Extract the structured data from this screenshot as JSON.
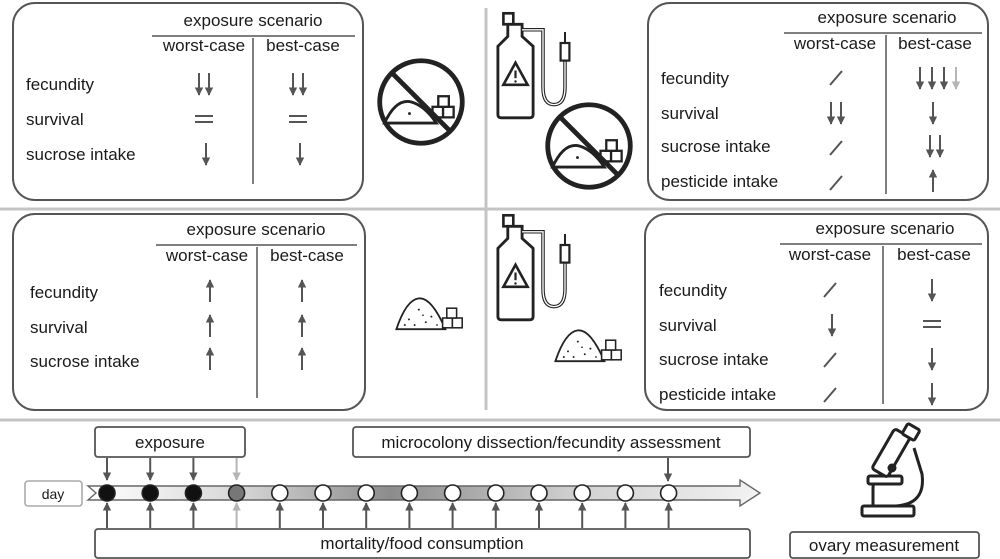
{
  "panels": [
    {
      "heading": "exposure scenario",
      "columns": [
        "worst-case",
        "best-case"
      ],
      "rows": [
        {
          "label": "fecundity",
          "worst": "down2",
          "best": "down2"
        },
        {
          "label": "survival",
          "worst": "equal",
          "best": "equal"
        },
        {
          "label": "sucrose intake",
          "worst": "down",
          "best": "down"
        }
      ]
    },
    {
      "heading": "exposure scenario",
      "columns": [
        "worst-case",
        "best-case"
      ],
      "rows": [
        {
          "label": "fecundity",
          "worst": "slash",
          "best": "down3plus"
        },
        {
          "label": "survival",
          "worst": "down2",
          "best": "down"
        },
        {
          "label": "sucrose intake",
          "worst": "slash",
          "best": "down2"
        },
        {
          "label": "pesticide intake",
          "worst": "slash",
          "best": "up"
        }
      ]
    },
    {
      "heading": "exposure scenario",
      "columns": [
        "worst-case",
        "best-case"
      ],
      "rows": [
        {
          "label": "fecundity",
          "worst": "up",
          "best": "up"
        },
        {
          "label": "survival",
          "worst": "up",
          "best": "up"
        },
        {
          "label": "sucrose intake",
          "worst": "up",
          "best": "up"
        }
      ]
    },
    {
      "heading": "exposure scenario",
      "columns": [
        "worst-case",
        "best-case"
      ],
      "rows": [
        {
          "label": "fecundity",
          "worst": "slash",
          "best": "down"
        },
        {
          "label": "survival",
          "worst": "down",
          "best": "equal"
        },
        {
          "label": "sucrose intake",
          "worst": "slash",
          "best": "down"
        },
        {
          "label": "pesticide intake",
          "worst": "slash",
          "best": "down"
        }
      ]
    }
  ],
  "timeline": {
    "exposure_label": "exposure",
    "dissection_label": "microcolony dissection/fecundity assessment",
    "day_label": "day",
    "mortality_label": "mortality/food consumption",
    "ovary_label": "ovary measurement",
    "day_states": [
      "black",
      "black",
      "black",
      "gray",
      "white",
      "white",
      "white",
      "white",
      "white",
      "white",
      "white",
      "white",
      "white",
      "white"
    ]
  },
  "colors": {
    "arrow": "#555555",
    "light_arrow": "#b5b5b5",
    "panel_border": "#555555",
    "divider": "#c4c4c4"
  },
  "icons": [
    "no-sugar-icon",
    "pesticide-bottle-icon",
    "sugar-pile-icon",
    "microscope-icon"
  ]
}
